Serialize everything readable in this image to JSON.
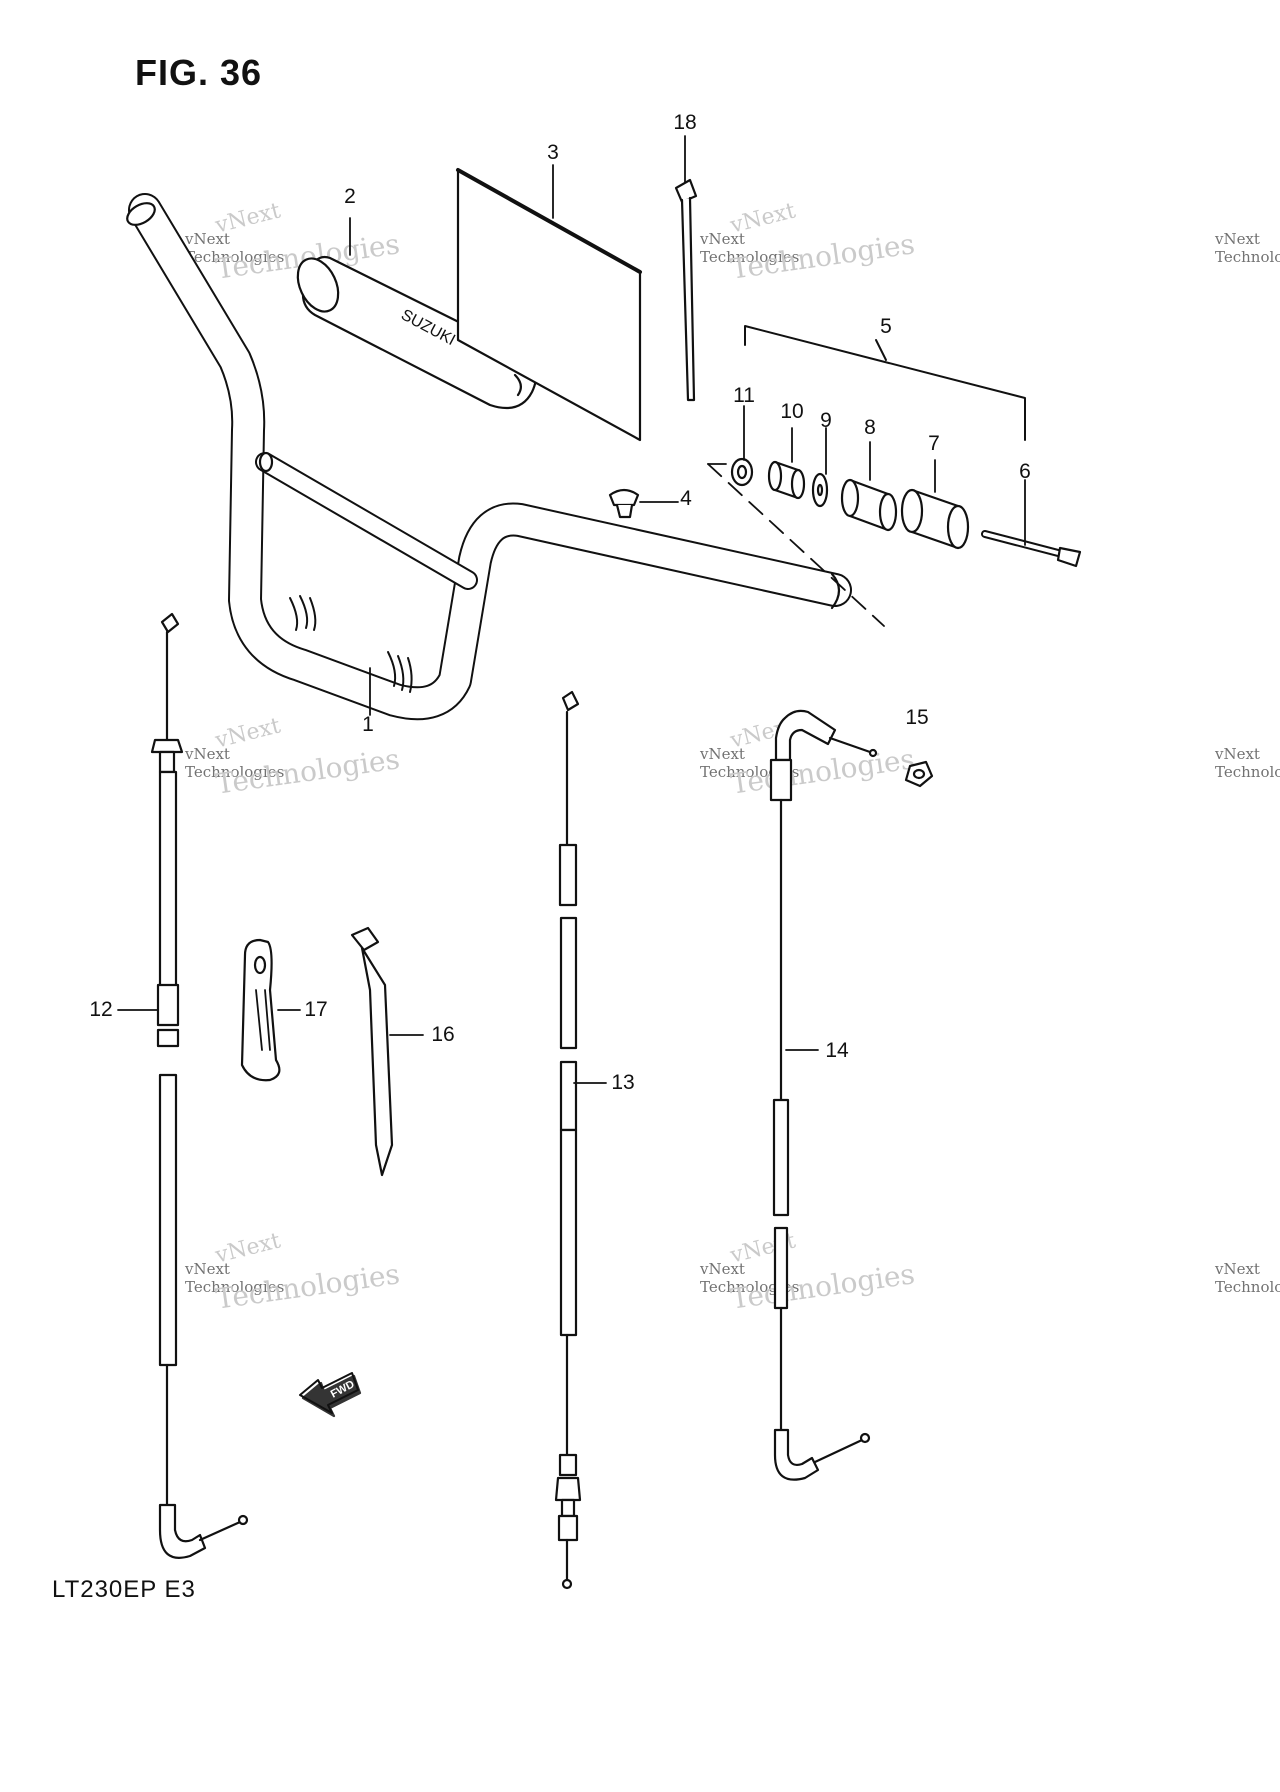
{
  "figure": {
    "title": "FIG. 36",
    "model_code": "LT230EP  E3"
  },
  "callouts": {
    "p1": "1",
    "p2": "2",
    "p3": "3",
    "p4": "4",
    "p5": "5",
    "p6": "6",
    "p7": "7",
    "p8": "8",
    "p9": "9",
    "p10": "10",
    "p11": "11",
    "p12": "12",
    "p13": "13",
    "p14": "14",
    "p15": "15",
    "p16": "16",
    "p17": "17",
    "p18": "18"
  },
  "labels": {
    "pad_brand": "SUZUKI",
    "fwd_arrow": "FWD"
  },
  "watermark": {
    "short": "vNext",
    "company": "vNext Technologies",
    "word": "Technologies",
    "color": "#b9b9b9"
  }
}
